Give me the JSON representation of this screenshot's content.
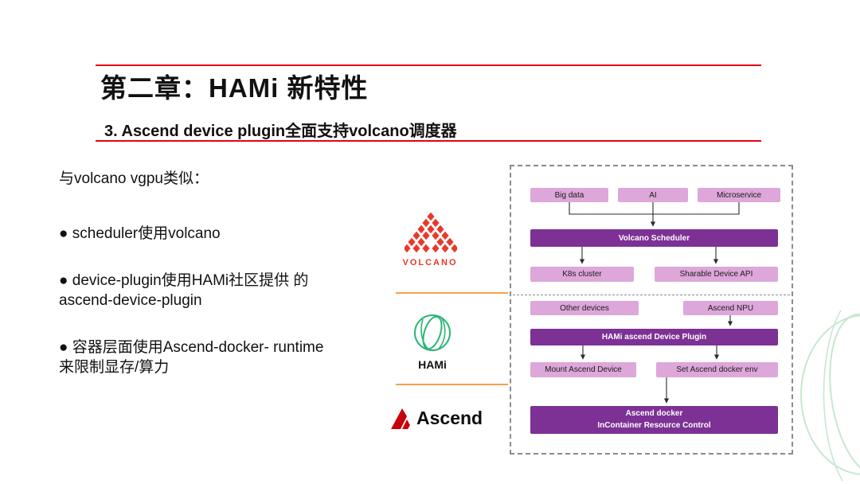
{
  "slide": {
    "title": "第二章：HAMi 新特性",
    "subtitle": "3. Ascend device plugin全面支持volcano调度器",
    "left_panel": {
      "intro": "与volcano vgpu类似：",
      "bullets": [
        "● scheduler使用volcano",
        "● device-plugin使用HAMi社区提供 的ascend-device-plugin",
        "● 容器层面使用Ascend-docker- runtime来限制显存/算力"
      ]
    },
    "logos": [
      {
        "name": "volcano",
        "label": "VOLCANO"
      },
      {
        "name": "hami",
        "label": "HAMi"
      },
      {
        "name": "ascend",
        "label": "Ascend"
      }
    ],
    "diagram": {
      "top_row": [
        "Big data",
        "AI",
        "Microservice"
      ],
      "scheduler": "Volcano Scheduler",
      "cluster_row": [
        "K8s cluster",
        "Sharable Device API"
      ],
      "device_row": [
        "Other devices",
        "Ascend NPU"
      ],
      "plugin": "HAMi ascend Device Plugin",
      "action_row": [
        "Mount Ascend Device",
        "Set Ascend docker env"
      ],
      "runtime": {
        "line1": "Ascend docker",
        "line2": "InContainer Resource Control"
      }
    },
    "colors": {
      "rule_red": "#e60012",
      "divider_orange": "#f5a24b",
      "box_dark_purple": "#7d3195",
      "box_light_purple": "#dda7da",
      "volcano_red": "#e8392b",
      "hami_green": "#2bb673",
      "ascend_red": "#c7000b",
      "deco_green": "#b9e3c6"
    }
  }
}
